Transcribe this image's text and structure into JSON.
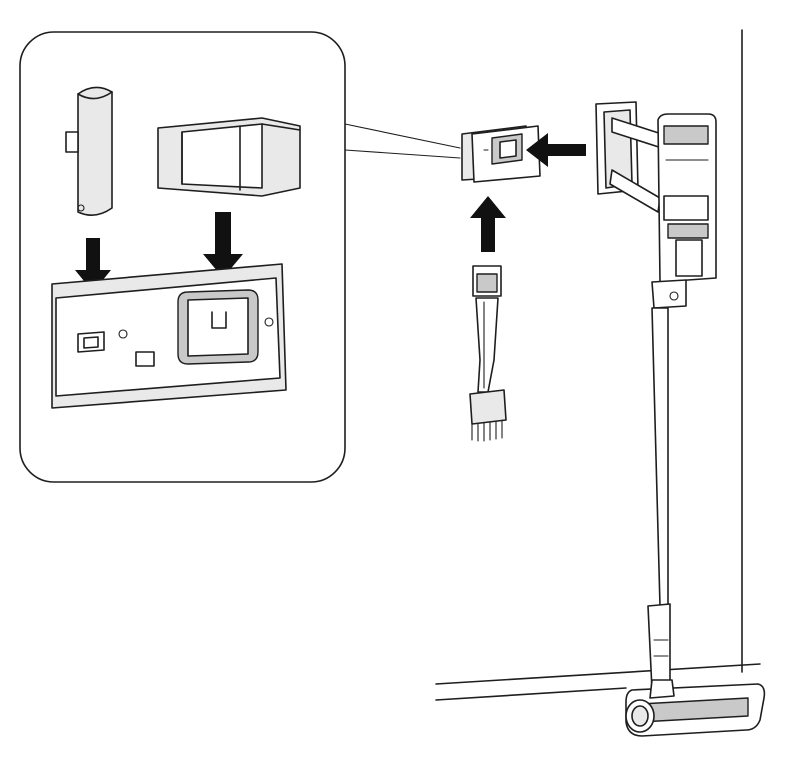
{
  "figure": {
    "type": "installation-diagram",
    "inset_panel": {
      "parts": [
        "accessory-holder",
        "accessory-clip",
        "wall-mount-plate"
      ]
    },
    "main_scene": {
      "parts": [
        "wall",
        "floor-line",
        "wall-dock",
        "crevice-brush-tool",
        "stick-vacuum",
        "floor-head"
      ]
    },
    "arrows": [
      "arrow-holder-down",
      "arrow-clip-down",
      "arrow-brush-up",
      "arrow-dock-left"
    ],
    "colors": {
      "line": "#1e1e1e",
      "arrow": "#111111",
      "panel_fill": "#ffffff",
      "shade": "#e9e9e9"
    }
  }
}
